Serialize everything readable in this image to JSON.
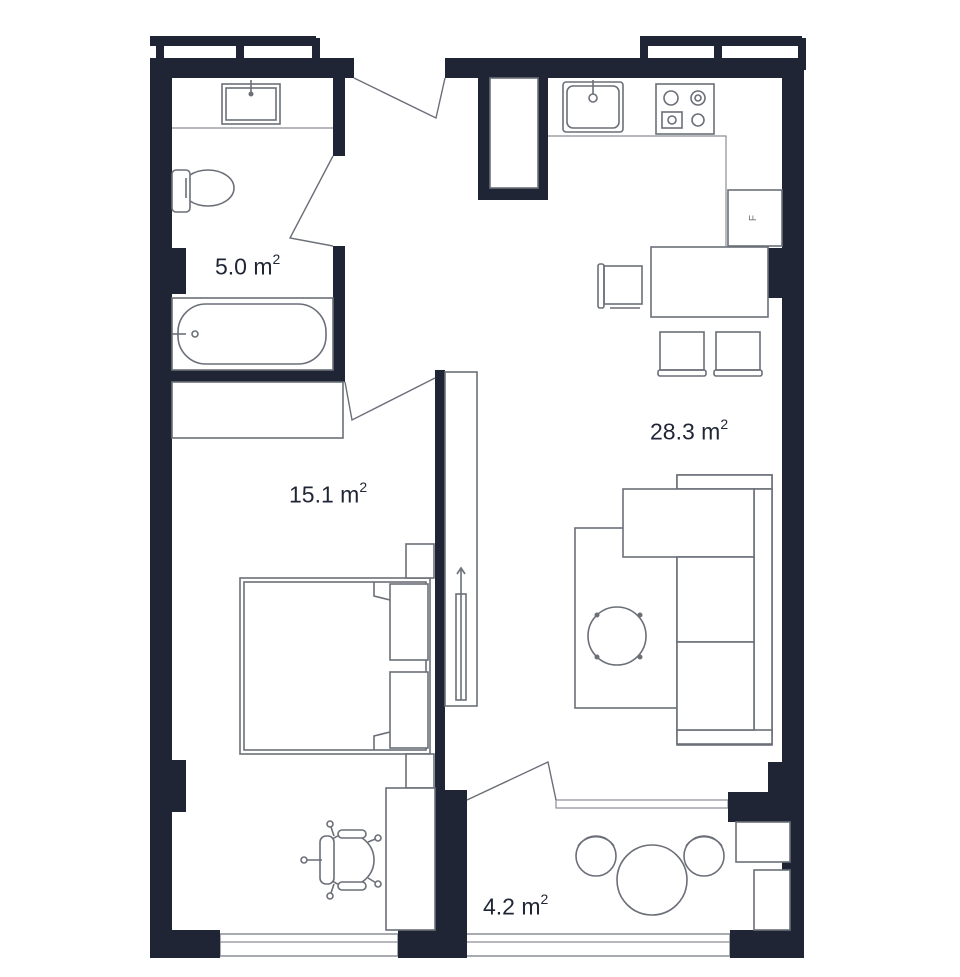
{
  "rooms": {
    "bathroom": {
      "area": "5.0 m",
      "unit_exp": "2"
    },
    "living_kitchen": {
      "area": "28.3 m",
      "unit_exp": "2"
    },
    "bedroom": {
      "area": "15.1 m",
      "unit_exp": "2"
    },
    "balcony": {
      "area": "4.2 m",
      "unit_exp": "2"
    }
  },
  "appliances": {
    "fridge_label": "F"
  },
  "colors": {
    "wall": "#1f2535",
    "fixture_stroke": "#6b6f78",
    "background": "#ffffff"
  }
}
